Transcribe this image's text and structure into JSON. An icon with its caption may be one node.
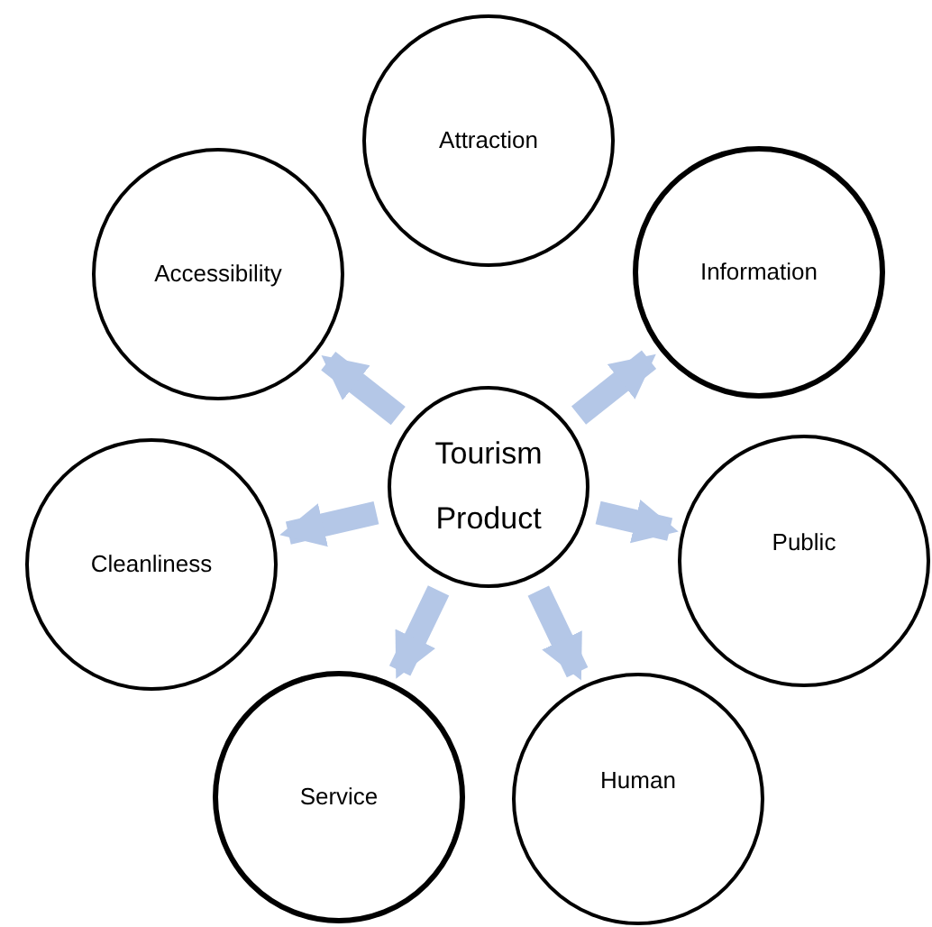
{
  "diagram": {
    "nodes": [
      {
        "text": [
          "Attraction"
        ]
      },
      {
        "text": [
          "Accessibility"
        ]
      },
      {
        "text": [
          "Information"
        ]
      },
      {
        "text": [
          "Tourism Product"
        ]
      },
      {
        "text": [
          "Cleanliness"
        ]
      },
      {
        "text": [
          "Public"
        ]
      },
      {
        "text": [
          "Service"
        ]
      },
      {
        "text": [
          "Human"
        ]
      }
    ],
    "edges": [
      {
        "from": 3,
        "to": 1,
        "arrow": "to"
      },
      {
        "from": 3,
        "to": 2,
        "arrow": "to"
      },
      {
        "from": 3,
        "to": 4,
        "arrow": "to"
      },
      {
        "from": 3,
        "to": 5,
        "arrow": "to"
      },
      {
        "from": 3,
        "to": 6,
        "arrow": "to"
      },
      {
        "from": 3,
        "to": 7,
        "arrow": "to"
      }
    ]
  }
}
